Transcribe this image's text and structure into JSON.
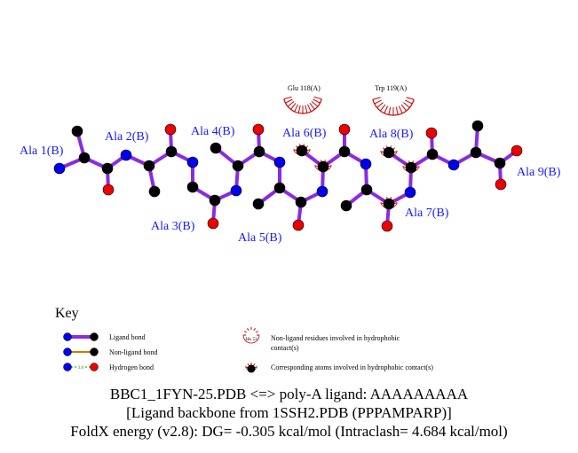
{
  "residues": [
    {
      "id": "ala1",
      "label": "Ala 1(B)"
    },
    {
      "id": "ala2",
      "label": "Ala 2(B)"
    },
    {
      "id": "ala3",
      "label": "Ala 3(B)"
    },
    {
      "id": "ala4",
      "label": "Ala 4(B)"
    },
    {
      "id": "ala5",
      "label": "Ala 5(B)"
    },
    {
      "id": "ala6",
      "label": "Ala 6(B)"
    },
    {
      "id": "ala7",
      "label": "Ala 7(B)"
    },
    {
      "id": "ala8",
      "label": "Ala 8(B)"
    },
    {
      "id": "ala9",
      "label": "Ala 9(B)"
    }
  ],
  "hydrophobic_residues": [
    {
      "id": "glu118",
      "label": "Glu 118(A)"
    },
    {
      "id": "trp119",
      "label": "Trp 119(A)"
    }
  ],
  "colors": {
    "ligand_bond": "#8a2be2",
    "non_ligand_bond": "#cc7a00",
    "hydrogen_bond": "#009900",
    "carbon": "#000000",
    "nitrogen": "#0000ee",
    "oxygen": "#ee0000",
    "contact_arc": "#cc0000",
    "label": "#1a1aff"
  },
  "key": {
    "title": "Key",
    "ligand_bond": "Ligand bond",
    "non_ligand_bond": "Non-ligand bond",
    "hydrogen_bond": "Hydrogen bond",
    "hbond_distance": "3.0",
    "hydrophobic_example_label": "His 53",
    "hydrophobic_residues_line1": "Non-ligand residues involved in hydrophobic",
    "hydrophobic_residues_line2": "contact(s)",
    "hydrophobic_atoms": "Corresponding atoms involved in hydrophobic contact(s)"
  },
  "caption": {
    "line1": "BBC1_1FYN-25.PDB <=> poly-A ligand: AAAAAAAAA",
    "line2": "[Ligand backbone from 1SSH2.PDB (PPPAMPARP)]",
    "line3": "FoldX energy (v2.8): DG= -0.305 kcal/mol (Intraclash= 4.684 kcal/mol)"
  }
}
